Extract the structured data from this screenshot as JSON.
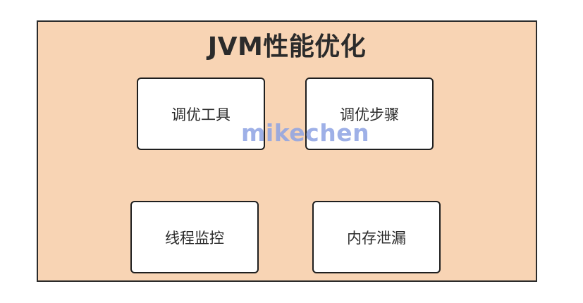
{
  "diagram": {
    "title": "JVM性能优化",
    "nodes": [
      {
        "label": "调优工具"
      },
      {
        "label": "调优步骤"
      },
      {
        "label": "线程监控"
      },
      {
        "label": "内存泄漏"
      }
    ],
    "watermark": "mikechen",
    "colors": {
      "frame_fill": "#f8d4b4",
      "border": "#2b2b2b",
      "node_fill": "#ffffff",
      "watermark": "#8ea3e3"
    }
  }
}
